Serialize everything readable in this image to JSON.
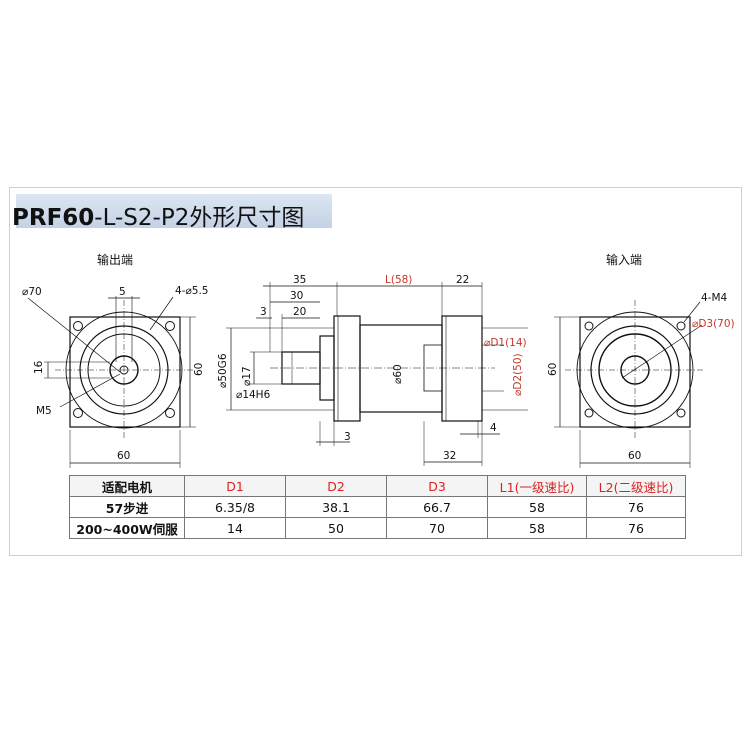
{
  "title": {
    "bold": "PRF60",
    "rest": "-L-S2-P2外形尺寸图"
  },
  "views": {
    "output_label": "输出端",
    "input_label": "输入端"
  },
  "dims": {
    "out_dia70": "⌀70",
    "out_5": "5",
    "out_holes": "4-⌀5.5",
    "out_16": "16",
    "out_60v": "60",
    "out_m5": "M5",
    "out_60h": "60",
    "side_35": "35",
    "side_30": "30",
    "side_20": "20",
    "side_3a": "3",
    "side_L": "L(58)",
    "side_22": "22",
    "side_50g6": "⌀50G6",
    "side_17": "⌀17",
    "side_14h6": "⌀14H6",
    "side_60": "⌀60",
    "side_d1": "⌀D1(14)",
    "side_d2": "⌀D2(50)",
    "side_4": "4",
    "side_3b": "3",
    "side_32": "32",
    "in_m4": "4-M4",
    "in_d3": "⌀D3(70)",
    "in_60v": "60",
    "in_60h": "60"
  },
  "table": {
    "header": [
      "适配电机",
      "D1",
      "D2",
      "D3",
      "L1(一级速比)",
      "L2(二级速比)"
    ],
    "rows": [
      [
        "57步进",
        "6.35/8",
        "38.1",
        "66.7",
        "58",
        "76"
      ],
      [
        "200~400W伺服",
        "14",
        "50",
        "70",
        "58",
        "76"
      ]
    ]
  },
  "colors": {
    "accent_red": "#d22222",
    "title_band": "#c9d7ea"
  }
}
